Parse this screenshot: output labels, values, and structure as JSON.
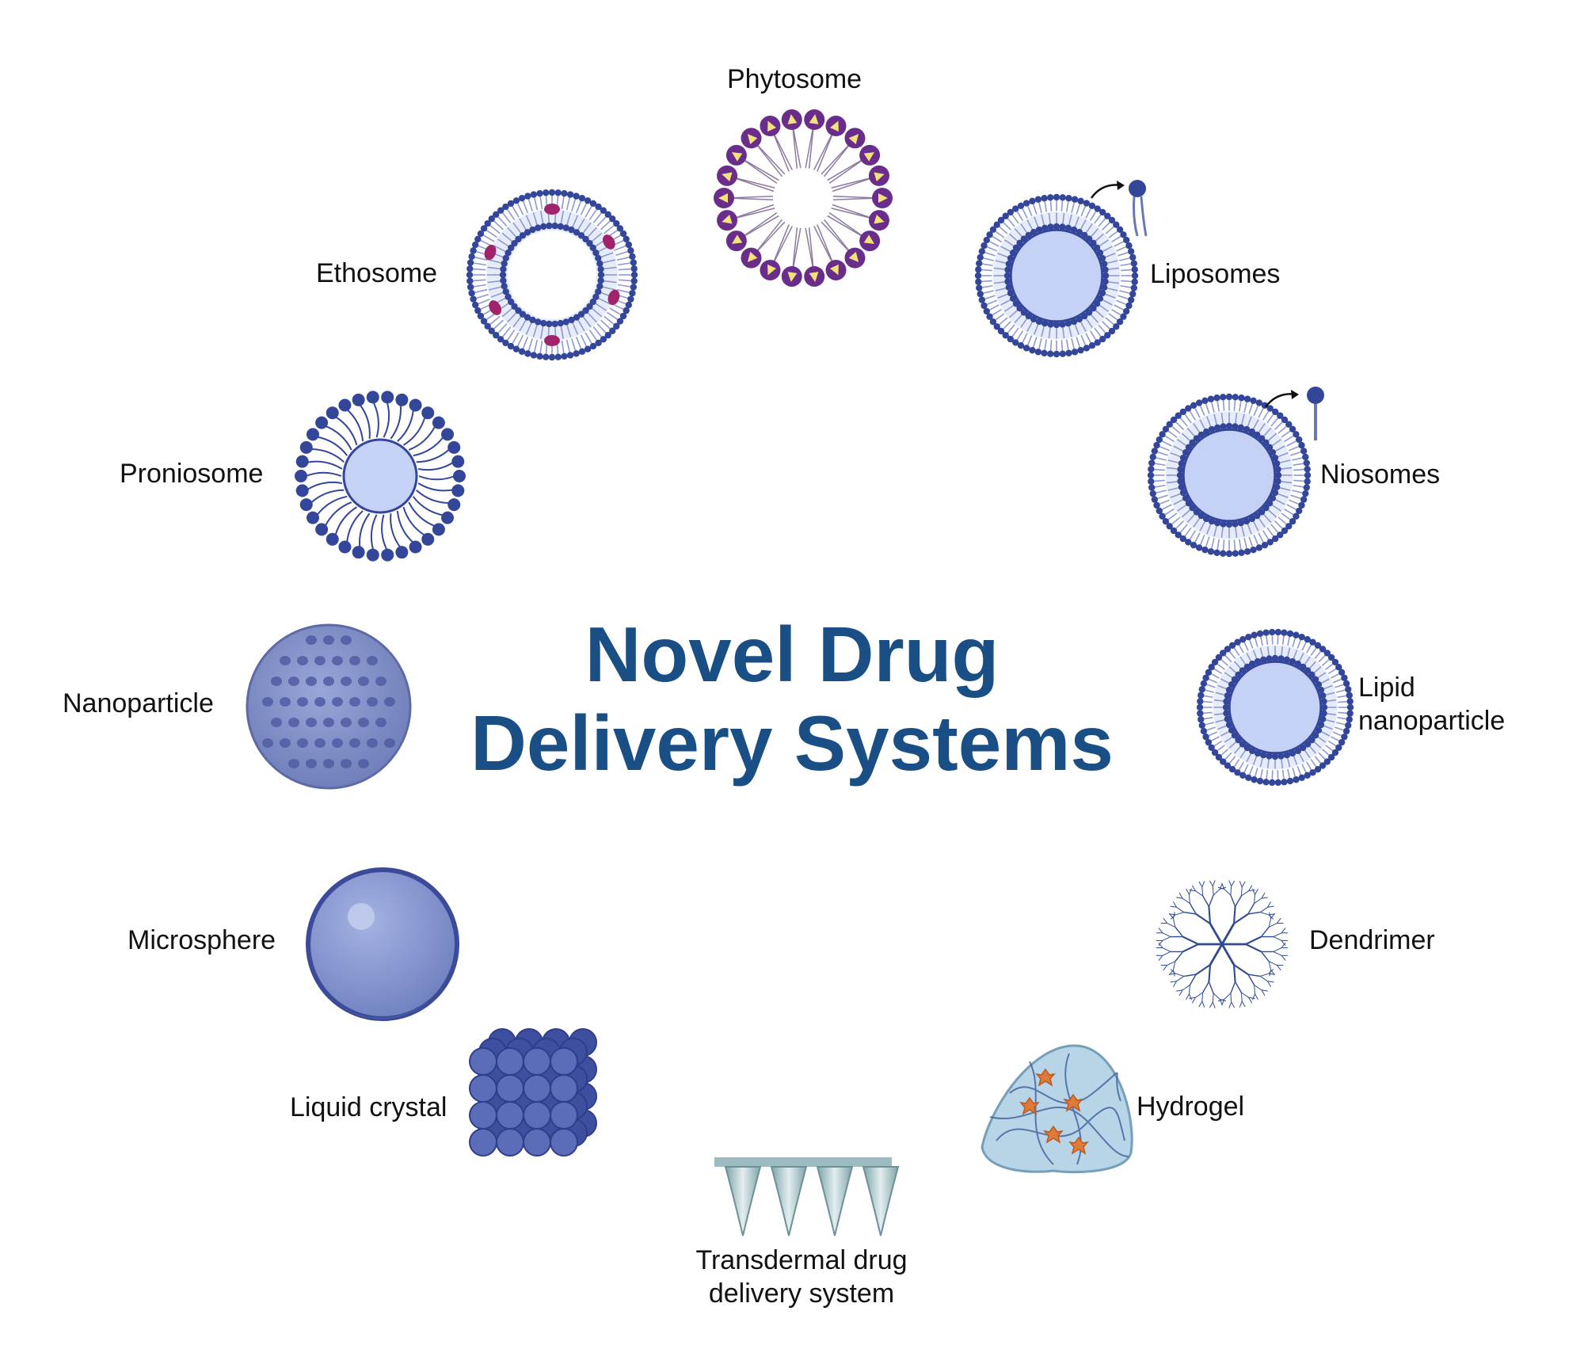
{
  "title": {
    "line1": "Novel Drug",
    "line2": "Delivery Systems"
  },
  "labels": {
    "phytosome": "Phytosome",
    "liposomes": "Liposomes",
    "niosomes": "Niosomes",
    "lipid_np_line1": "Lipid",
    "lipid_np_line2": "nanoparticle",
    "dendrimer": "Dendrimer",
    "hydrogel": "Hydrogel",
    "transdermal_line1": "Transdermal drug",
    "transdermal_line2": "delivery system",
    "liquid_crystal": "Liquid crystal",
    "microsphere": "Microsphere",
    "nanoparticle": "Nanoparticle",
    "proniosome": "Proniosome",
    "ethosome": "Ethosome"
  },
  "colors": {
    "title": "#1a4f86",
    "membrane_blue": "#34469a",
    "core_fill": "#c5d2f6",
    "phytosome_purple": "#6b2d8c",
    "ethanol_magenta": "#a0246b",
    "sphere_blue": "#7b8bc4",
    "hydrogel_fill": "#a9cbe0",
    "drug_orange": "#e07a3a"
  }
}
